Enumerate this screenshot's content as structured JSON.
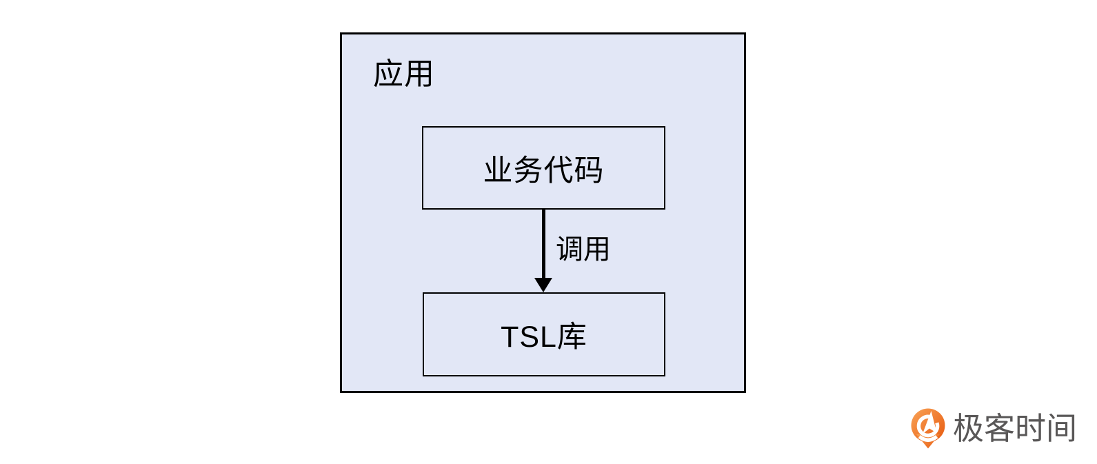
{
  "page": {
    "background": "#ffffff"
  },
  "diagram": {
    "container": {
      "label": "应用",
      "fill": "#e2e7f6",
      "border_color": "#000000"
    },
    "nodes": [
      {
        "id": "business-code",
        "label": "业务代码"
      },
      {
        "id": "tsl-library",
        "label": "TSL库"
      }
    ],
    "edge": {
      "label": "调用",
      "from": "business-code",
      "to": "tsl-library",
      "direction": "down",
      "color": "#000000"
    }
  },
  "branding": {
    "text": "极客时间",
    "icon": "geektime-logo-icon",
    "text_color": "#595757",
    "orange_gradient_start": "#f9a357",
    "orange_gradient_end": "#e7590e"
  }
}
